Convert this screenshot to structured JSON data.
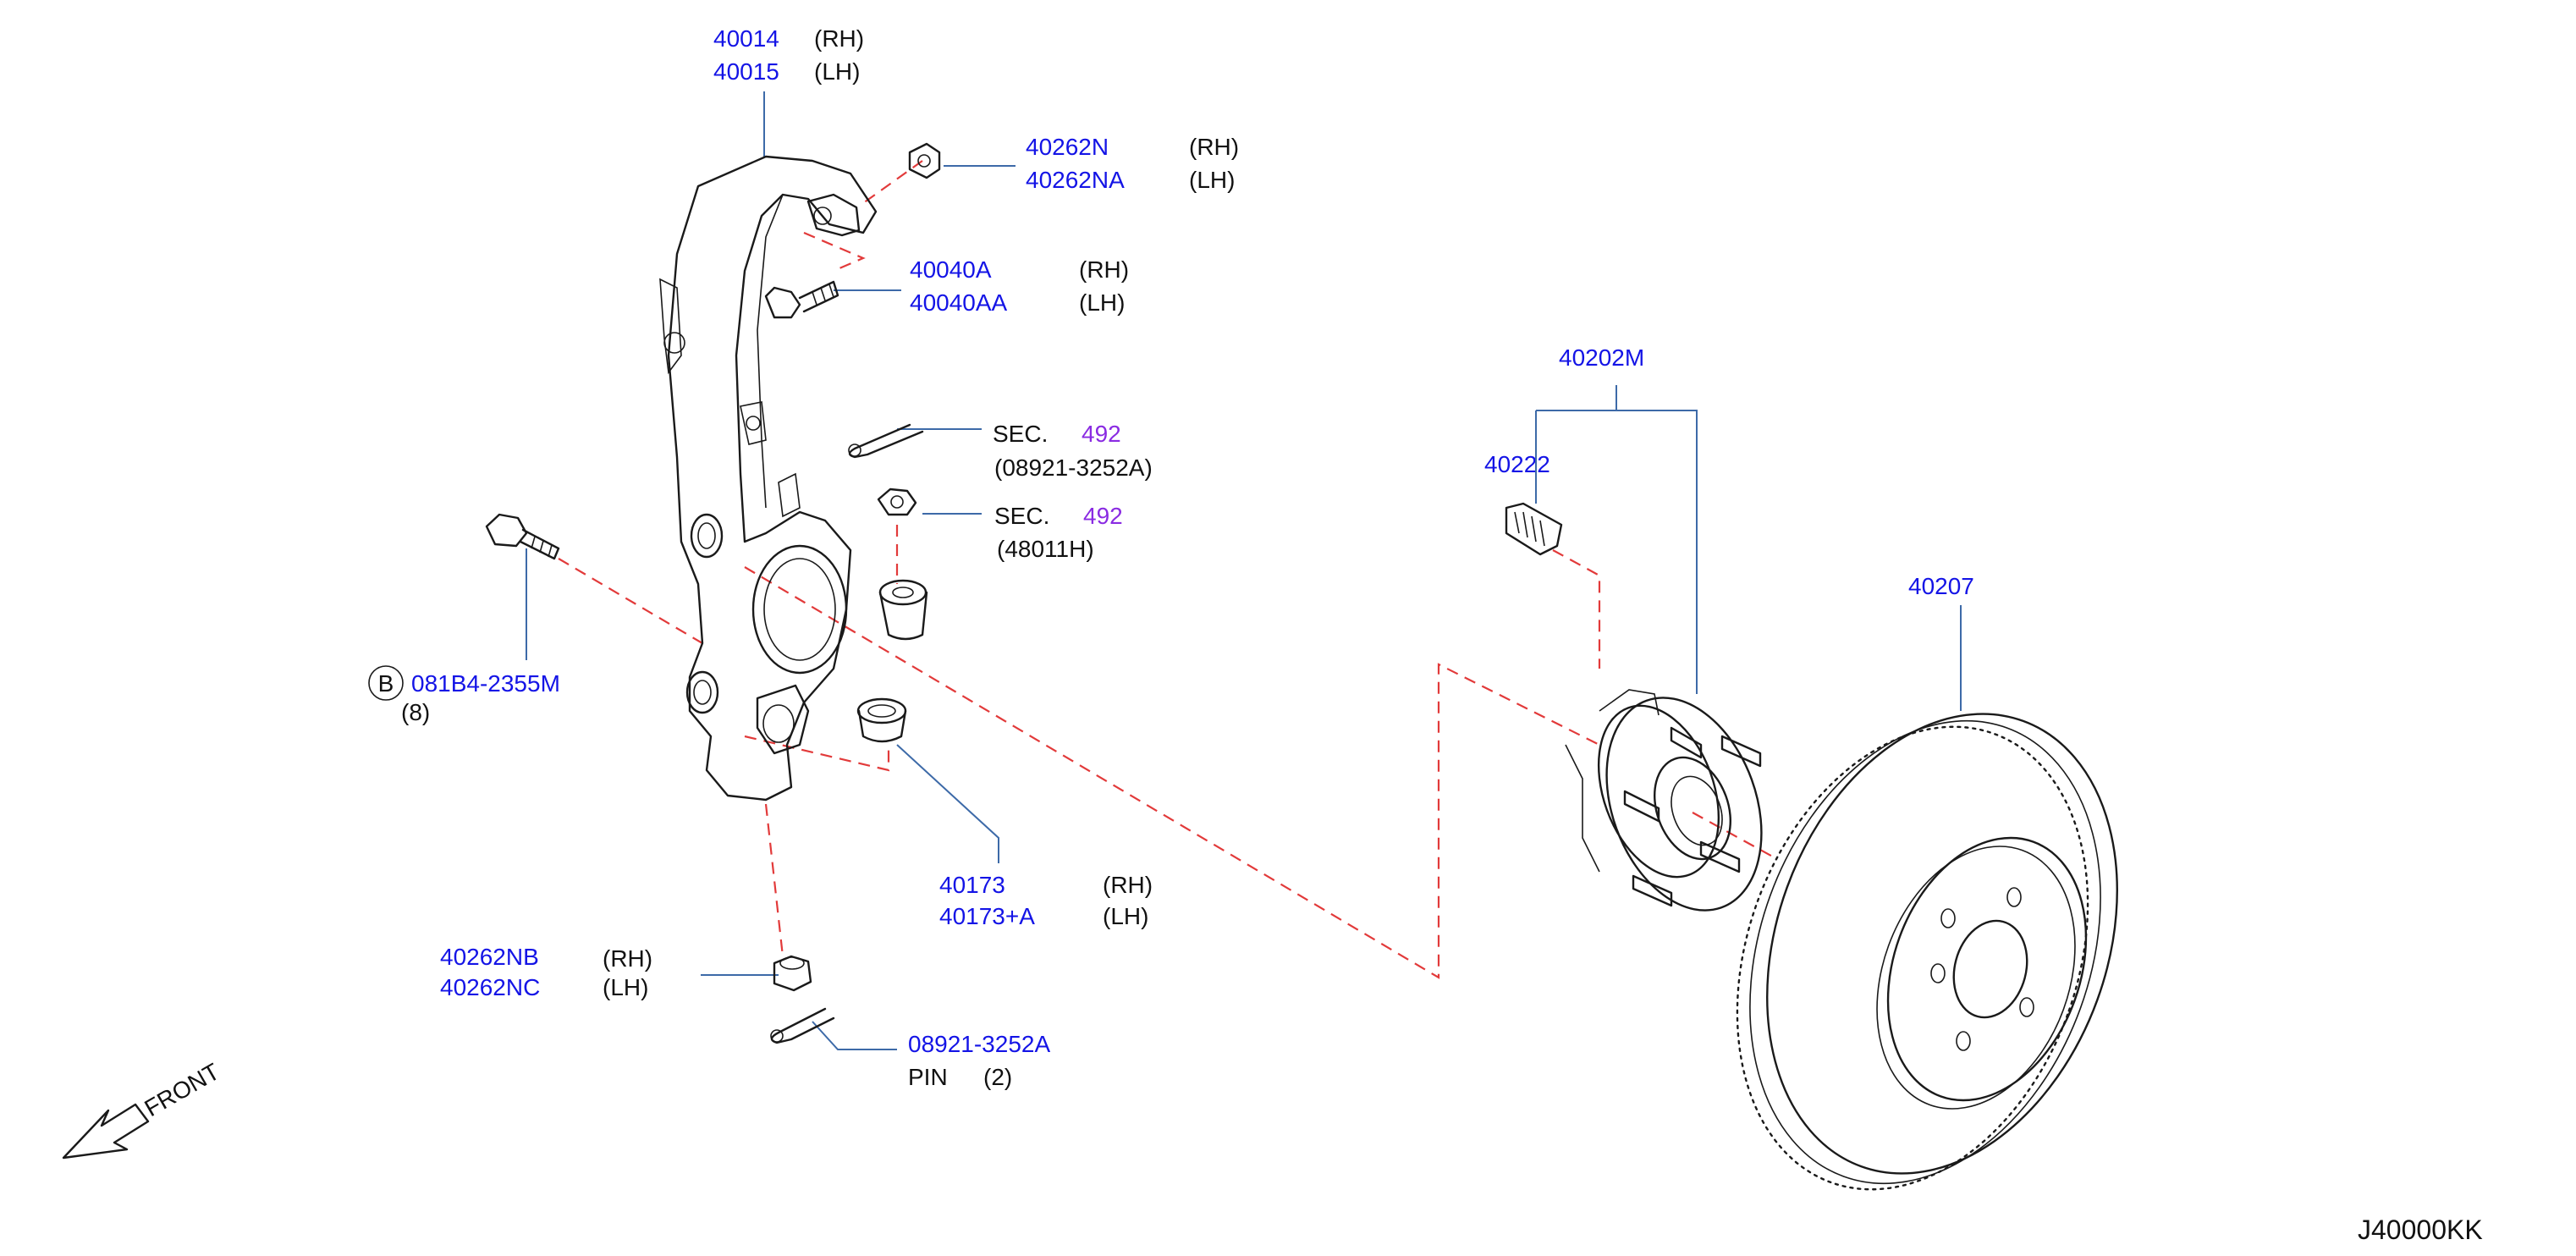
{
  "callouts": {
    "knuckle": {
      "pn_rh": "40014",
      "side_rh": "(RH)",
      "pn_lh": "40015",
      "side_lh": "(LH)"
    },
    "nut_top": {
      "pn_rh": "40262N",
      "side_rh": "(RH)",
      "pn_lh": "40262NA",
      "side_lh": "(LH)"
    },
    "bolt_top": {
      "pn_rh": "40040A",
      "side_rh": "(RH)",
      "pn_lh": "40040AA",
      "side_lh": "(LH)"
    },
    "cotter_sec": {
      "sec_label": "SEC.",
      "sec_num": "492",
      "ref": "(08921-3252A)"
    },
    "nut_sec": {
      "sec_label": "SEC.",
      "sec_num": "492",
      "ref": "(48011H)"
    },
    "bolt_b": {
      "circle": "B",
      "pn": "081B4-2355M",
      "qty": "(8)"
    },
    "seal": {
      "pn_rh": "40173",
      "side_rh": "(RH)",
      "pn_lh": "40173+A",
      "side_lh": "(LH)"
    },
    "nut_bottom": {
      "pn_rh": "40262NB",
      "side_rh": "(RH)",
      "pn_lh": "40262NC",
      "side_lh": "(LH)"
    },
    "pin": {
      "pn": "08921-3252A",
      "label": "PIN",
      "qty": "(2)"
    },
    "hub": {
      "pn": "40202M"
    },
    "stud": {
      "pn": "40222"
    },
    "rotor": {
      "pn": "40207"
    }
  },
  "front_label": "FRONT",
  "diagram_code": "J40000KK"
}
